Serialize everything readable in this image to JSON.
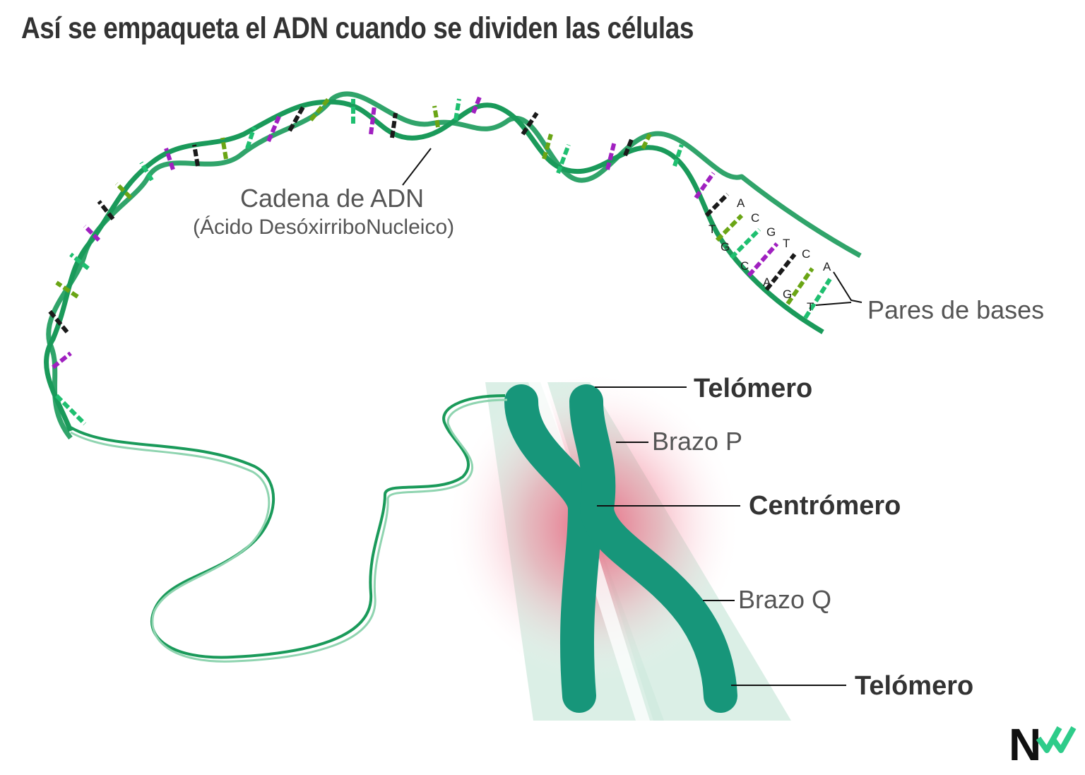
{
  "title": "Así se empaqueta el ADN cuando se dividen las células",
  "labels": {
    "dna_chain": "Cadena de ADN",
    "dna_chain_full": "(Ácido DesóxirriboNucleico)",
    "base_pairs": "Pares de bases",
    "telomere_top": "Telómero",
    "arm_p": "Brazo P",
    "centromere": "Centrómero",
    "arm_q": "Brazo Q",
    "telomere_bottom": "Telómero"
  },
  "base_letters": {
    "top_strand": [
      "A",
      "C",
      "G",
      "T",
      "C",
      "A"
    ],
    "bottom_strand": [
      "T",
      "G",
      "C",
      "A",
      "G",
      "T"
    ]
  },
  "logo": {
    "letter": "N"
  },
  "colors": {
    "strand": "#1a9a5a",
    "strand_light": "#8fd4b0",
    "chromosome": "#17967a",
    "glow": "#ea4a6a",
    "base_green": "#1fbf70",
    "base_purple": "#a020c0",
    "base_black": "#1a1a1a",
    "base_olive": "#6aa515",
    "logo_dark": "#111111",
    "logo_accent": "#2ecc8a"
  }
}
